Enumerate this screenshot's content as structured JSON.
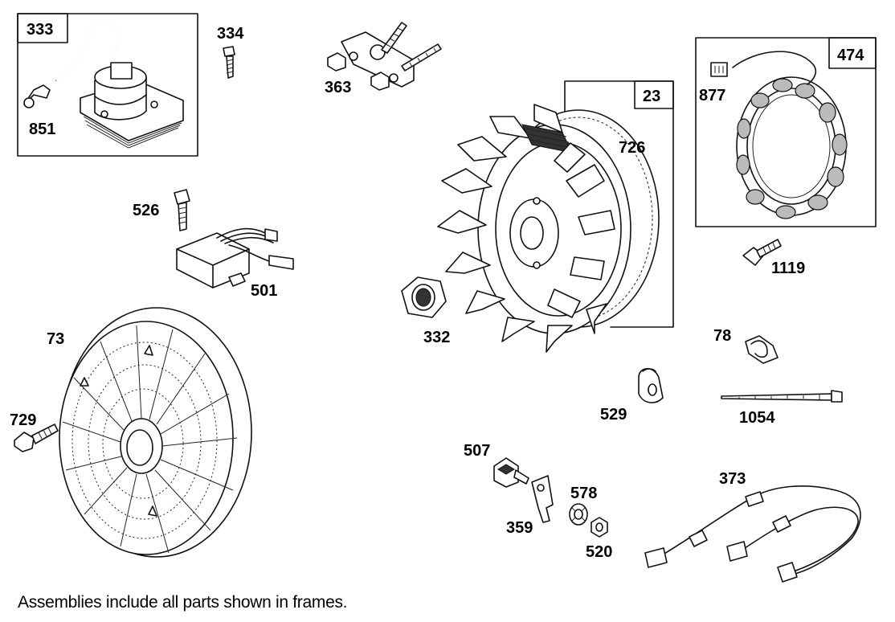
{
  "diagram": {
    "frames": [
      {
        "id": "frame-333",
        "label": "333"
      },
      {
        "id": "frame-23",
        "label": "23"
      },
      {
        "id": "frame-474",
        "label": "474"
      }
    ],
    "parts": [
      {
        "id": "851",
        "label": "851"
      },
      {
        "id": "334",
        "label": "334"
      },
      {
        "id": "363",
        "label": "363"
      },
      {
        "id": "726",
        "label": "726"
      },
      {
        "id": "877",
        "label": "877"
      },
      {
        "id": "526",
        "label": "526"
      },
      {
        "id": "501",
        "label": "501"
      },
      {
        "id": "332",
        "label": "332"
      },
      {
        "id": "1119",
        "label": "1119"
      },
      {
        "id": "73",
        "label": "73"
      },
      {
        "id": "729",
        "label": "729"
      },
      {
        "id": "78",
        "label": "78"
      },
      {
        "id": "529",
        "label": "529"
      },
      {
        "id": "1054",
        "label": "1054"
      },
      {
        "id": "507",
        "label": "507"
      },
      {
        "id": "359",
        "label": "359"
      },
      {
        "id": "578",
        "label": "578"
      },
      {
        "id": "520",
        "label": "520"
      },
      {
        "id": "373",
        "label": "373"
      }
    ],
    "footnote": "Assemblies include all parts shown in frames."
  }
}
